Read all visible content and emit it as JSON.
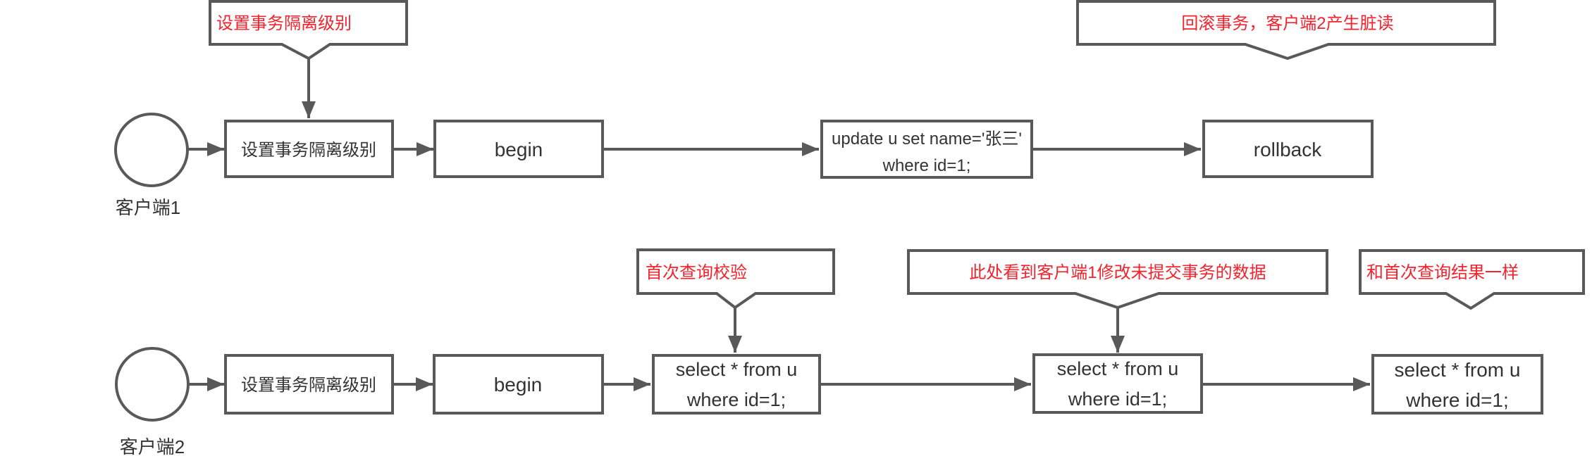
{
  "colors": {
    "line_gray": "#595959",
    "annotation_red": "#f5222d",
    "box_text": "#333333",
    "background": "#ffffff"
  },
  "client1": {
    "label": "客户端1",
    "node_set_isolation": "设置事务隔离级别",
    "node_begin": "begin",
    "node_update_line1": "update u set name='张三'",
    "node_update_line2": "where id=1;",
    "node_rollback": "rollback",
    "callout_set_isolation": "设置事务隔离级别",
    "callout_rollback": "回滚事务，客户端2产生脏读"
  },
  "client2": {
    "label": "客户端2",
    "node_set_isolation": "设置事务隔离级别",
    "node_begin": "begin",
    "select_line1": "select * from u",
    "select_line2": "where id=1;",
    "callout_first_query": "首次查询校验",
    "callout_dirty_read": "此处看到客户端1修改未提交事务的数据",
    "callout_same_result": "和首次查询结果一样"
  }
}
